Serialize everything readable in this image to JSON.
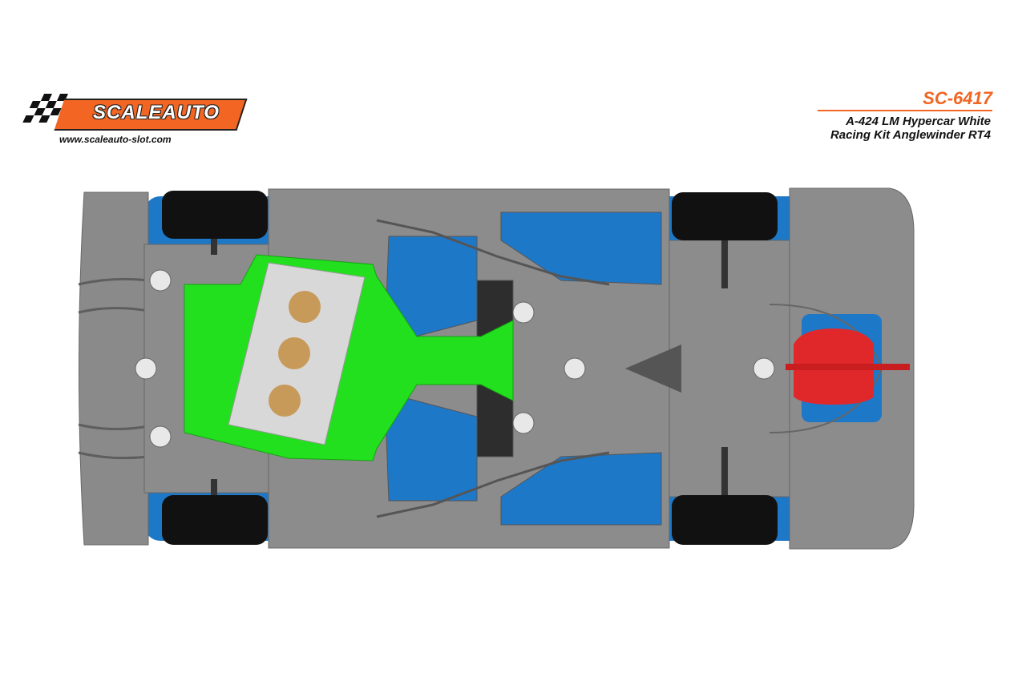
{
  "brand": {
    "logo_text": "SCALEAUTO",
    "url": "www.scaleauto-slot.com"
  },
  "product": {
    "code": "SC-6417",
    "title_line1": "A-424 LM Hypercar White",
    "title_line2": "Racing Kit Anglewinder RT4"
  },
  "colors": {
    "accent": "#f26522",
    "chassis": "#8c8c8c",
    "body": "#1e78c8",
    "motor_mount": "#22e01e",
    "guide": "#e0282a"
  }
}
